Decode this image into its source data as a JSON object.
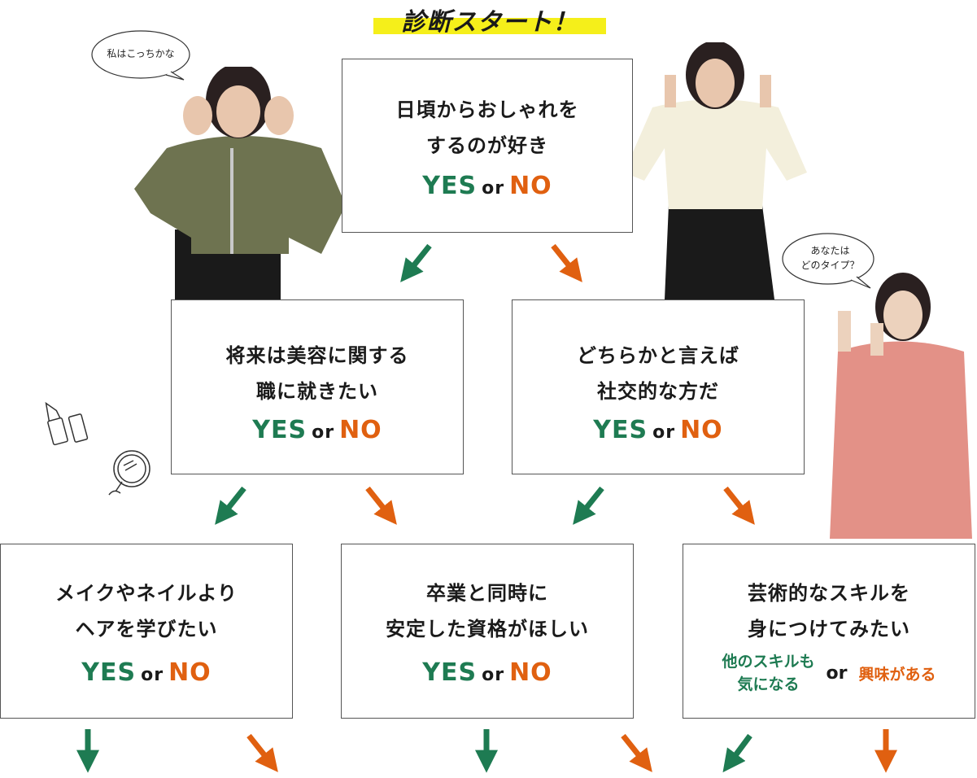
{
  "title": "診断スタート！",
  "colors": {
    "yes": "#1e7b52",
    "no": "#e06010",
    "highlight": "#f5ef1a"
  },
  "q1": {
    "line1": "日頃からおしゃれを",
    "line2": "するのが好き",
    "yes": "YES",
    "or": "or",
    "no": "NO"
  },
  "q2": {
    "line1": "将来は美容に関する",
    "line2": "職に就きたい",
    "yes": "YES",
    "or": "or",
    "no": "NO"
  },
  "q3": {
    "line1": "どちらかと言えば",
    "line2": "社交的な方だ",
    "yes": "YES",
    "or": "or",
    "no": "NO"
  },
  "q4": {
    "line1": "メイクやネイルより",
    "line2": "ヘアを学びたい",
    "yes": "YES",
    "or": "or",
    "no": "NO"
  },
  "q5": {
    "line1": "卒業と同時に",
    "line2": "安定した資格がほしい",
    "yes": "YES",
    "or": "or",
    "no": "NO"
  },
  "q6": {
    "line1": "芸術的なスキルを",
    "line2": "身につけてみたい",
    "alt_a_line1": "他のスキルも",
    "alt_a_line2": "気になる",
    "or": "or",
    "alt_b": "興味がある"
  },
  "bubble_left": {
    "text": "私はこっちかな"
  },
  "bubble_right": {
    "line1": "あなたは",
    "line2": "どのタイプ？"
  },
  "icons": [
    "lipstick-icon",
    "mirror-icon"
  ]
}
